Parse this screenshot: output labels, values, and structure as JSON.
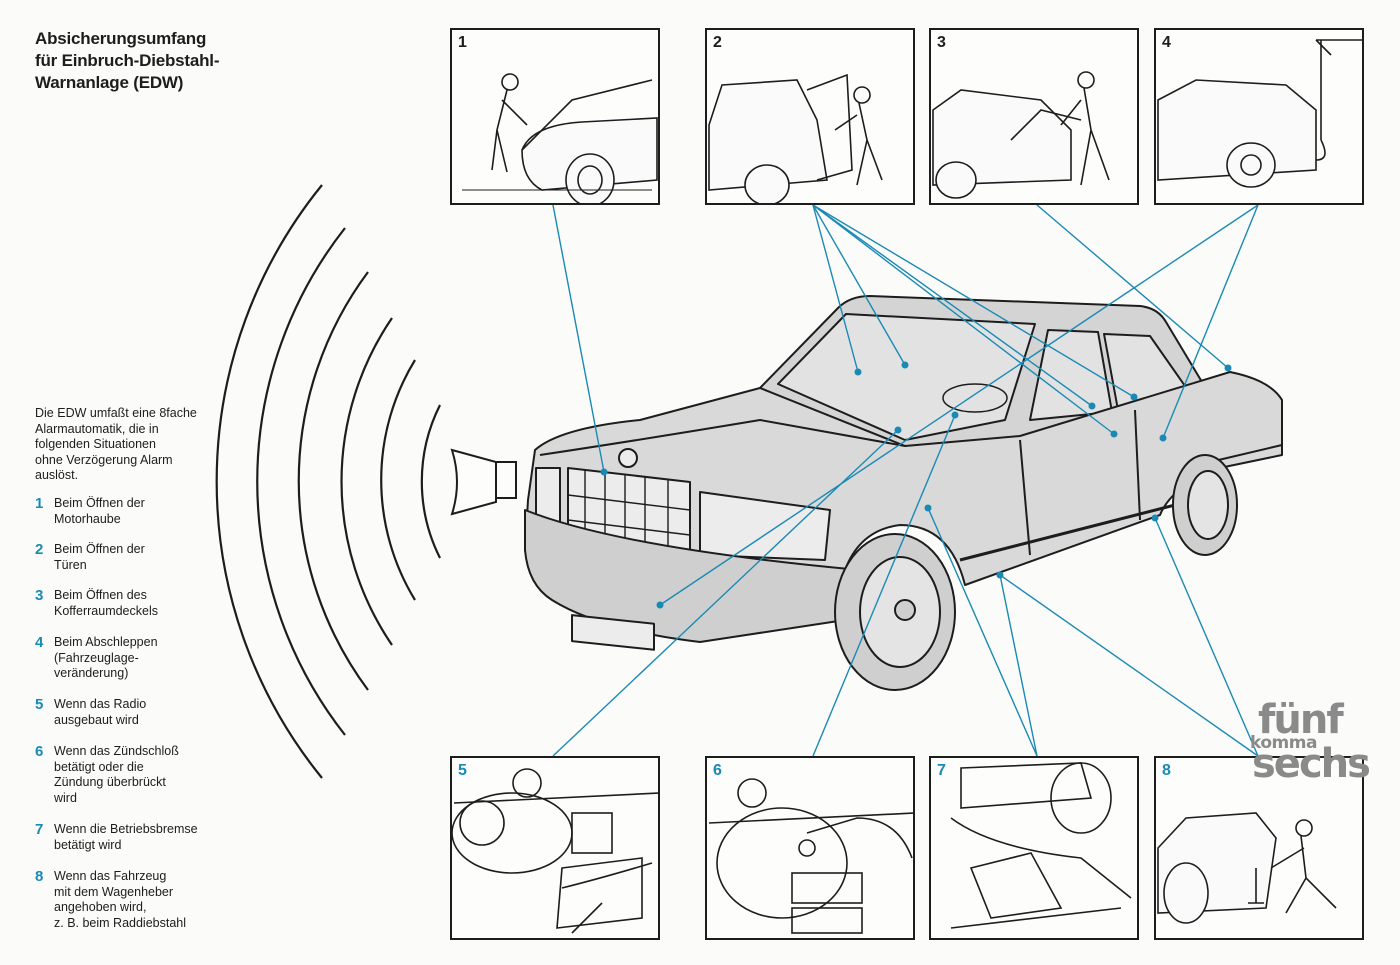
{
  "title": {
    "line1": "Absicherungsumfang",
    "line2": "für Einbruch-Diebstahl-",
    "line3": "Warnanlage (EDW)"
  },
  "intro": {
    "lines": [
      "Die EDW umfaßt eine 8fache",
      "Alarmautomatik, die in",
      "folgenden Situationen",
      "ohne Verzögerung Alarm",
      "auslöst."
    ]
  },
  "legend": [
    {
      "num": "1",
      "lines": [
        "Beim Öffnen der",
        "Motorhaube"
      ]
    },
    {
      "num": "2",
      "lines": [
        "Beim Öffnen der",
        "Türen"
      ]
    },
    {
      "num": "3",
      "lines": [
        "Beim Öffnen des",
        "Kofferraumdeckels"
      ]
    },
    {
      "num": "4",
      "lines": [
        "Beim Abschleppen",
        "(Fahrzeuglage-",
        "veränderung)"
      ]
    },
    {
      "num": "5",
      "lines": [
        "Wenn das Radio",
        "ausgebaut wird"
      ]
    },
    {
      "num": "6",
      "lines": [
        "Wenn das Zündschloß",
        "betätigt oder die",
        "Zündung überbrückt",
        "wird"
      ]
    },
    {
      "num": "7",
      "lines": [
        "Wenn die Betriebsbremse",
        "betätigt wird"
      ]
    },
    {
      "num": "8",
      "lines": [
        "Wenn das Fahrzeug",
        "mit dem Wagenheber",
        "angehoben wird,",
        "z. B. beim Raddiebstahl"
      ]
    }
  ],
  "panels": [
    {
      "num": "1"
    },
    {
      "num": "2"
    },
    {
      "num": "3"
    },
    {
      "num": "4"
    },
    {
      "num": "5"
    },
    {
      "num": "6"
    },
    {
      "num": "7"
    },
    {
      "num": "8"
    }
  ],
  "watermark": {
    "line1": "fünf",
    "line2": "komma",
    "line3": "sechs"
  },
  "colors": {
    "accent": "#1a8ab5",
    "car_fill": "#d9d9d9",
    "ink": "#1d1d1d",
    "watermark": "#8a8a8a"
  }
}
